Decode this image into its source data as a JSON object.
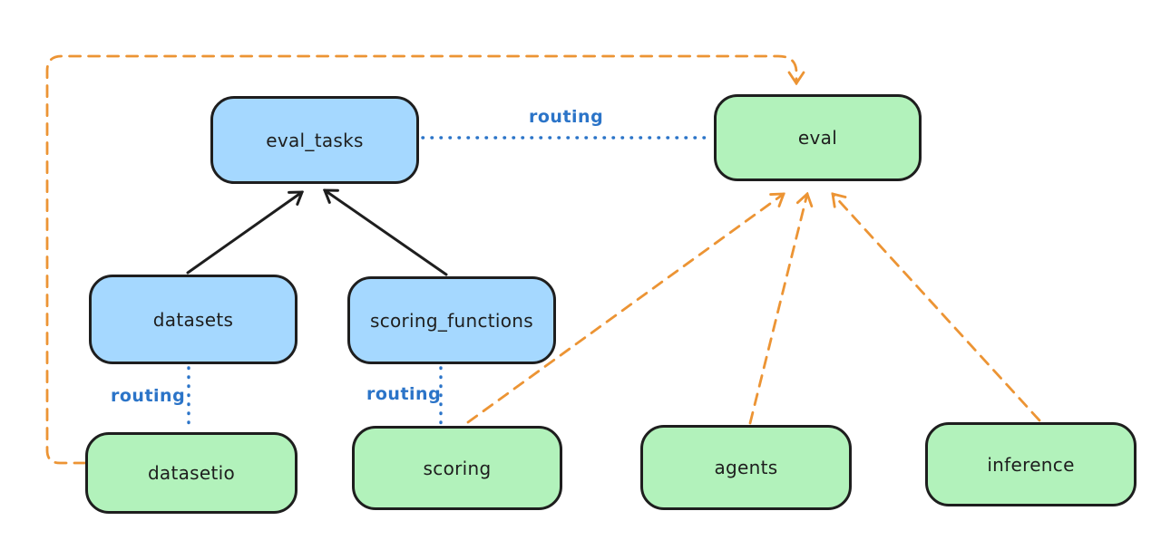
{
  "diagram": {
    "nodes": {
      "eval_tasks": {
        "label": "eval_tasks",
        "fill": "#a5d8ff"
      },
      "eval": {
        "label": "eval",
        "fill": "#b2f2bb"
      },
      "datasets": {
        "label": "datasets",
        "fill": "#a5d8ff"
      },
      "scoring_functions": {
        "label": "scoring_functions",
        "fill": "#a5d8ff"
      },
      "datasetio": {
        "label": "datasetio",
        "fill": "#b2f2bb"
      },
      "scoring": {
        "label": "scoring",
        "fill": "#b2f2bb"
      },
      "agents": {
        "label": "agents",
        "fill": "#b2f2bb"
      },
      "inference": {
        "label": "inference",
        "fill": "#b2f2bb"
      }
    },
    "edges": [
      {
        "from": "datasets",
        "to": "eval_tasks",
        "style": "solid-arrow",
        "color": "#1e1e1e",
        "label": ""
      },
      {
        "from": "scoring_functions",
        "to": "eval_tasks",
        "style": "solid-arrow",
        "color": "#1e1e1e",
        "label": ""
      },
      {
        "from": "eval_tasks",
        "to": "eval",
        "style": "dotted-line",
        "color": "#2b74c8",
        "label": "routing"
      },
      {
        "from": "datasets",
        "to": "datasetio",
        "style": "dotted-line",
        "color": "#2b74c8",
        "label": "routing"
      },
      {
        "from": "scoring_functions",
        "to": "scoring",
        "style": "dotted-line",
        "color": "#2b74c8",
        "label": "routing"
      },
      {
        "from": "datasetio",
        "to": "eval",
        "style": "dashed-arrow",
        "color": "#ec9434",
        "label": ""
      },
      {
        "from": "scoring",
        "to": "eval",
        "style": "dashed-arrow",
        "color": "#ec9434",
        "label": ""
      },
      {
        "from": "agents",
        "to": "eval",
        "style": "dashed-arrow",
        "color": "#ec9434",
        "label": ""
      },
      {
        "from": "inference",
        "to": "eval",
        "style": "dashed-arrow",
        "color": "#ec9434",
        "label": ""
      }
    ],
    "colors": {
      "node_blue_fill": "#a5d8ff",
      "node_green_fill": "#b2f2bb",
      "node_stroke": "#1e1e1e",
      "routing_blue": "#2b74c8",
      "provider_orange": "#ec9434",
      "background": "#ffffff"
    }
  }
}
